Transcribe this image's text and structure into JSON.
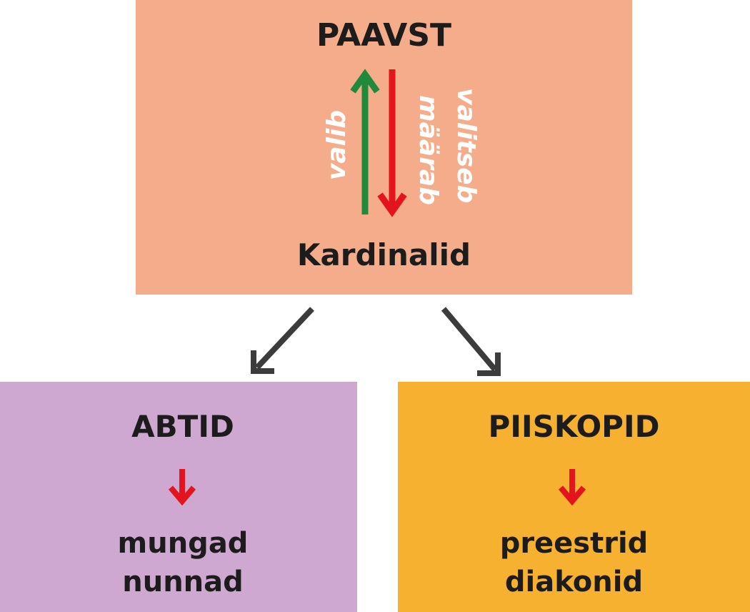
{
  "colors": {
    "top_box": "#f5ac8b",
    "left_box": "#cea8d0",
    "right_box": "#f6b131",
    "up_arrow": "#1f8a3a",
    "down_arrow": "#e3141e",
    "connector_arrow": "#3c3c3c",
    "text_dark": "#1c1c1c",
    "text_light": "#ffffff"
  },
  "top_box": {
    "title": "PAAVST",
    "subtitle": "Kardinalid",
    "up_label": "valib",
    "down_label_1": "määrab",
    "down_label_2": "valitseb"
  },
  "left_box": {
    "title": "ABTID",
    "line_1": "mungad",
    "line_2": "nunnad"
  },
  "right_box": {
    "title": "PIISKOPID",
    "line_1": "preestrid",
    "line_2": "diakonid"
  }
}
